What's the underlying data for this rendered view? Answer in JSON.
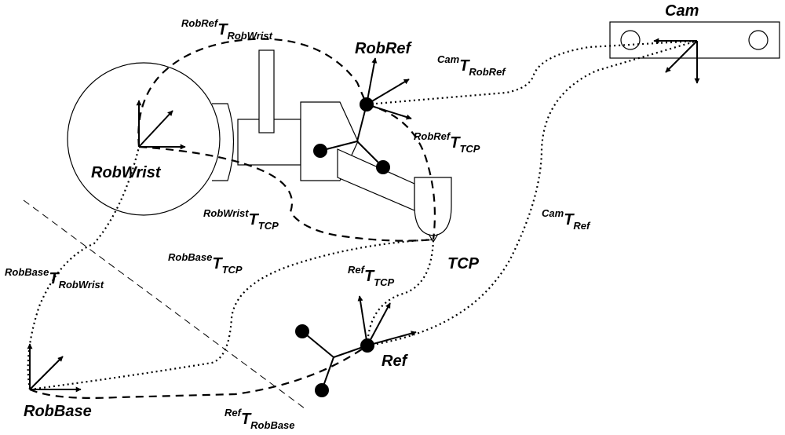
{
  "frames": {
    "cam": "Cam",
    "rob_ref": "RobRef",
    "rob_wrist": "RobWrist",
    "tcp": "TCP",
    "ref": "Ref",
    "rob_base": "RobBase"
  },
  "transforms": {
    "robref_t_robwrist": {
      "sup": "RobRef",
      "main": "T",
      "sub": "RobWrist"
    },
    "cam_t_robref": {
      "sup": "Cam",
      "main": "T",
      "sub": "RobRef"
    },
    "robref_t_tcp": {
      "sup": "RobRef",
      "main": "T",
      "sub": "TCP"
    },
    "robwrist_t_tcp": {
      "sup": "RobWrist",
      "main": "T",
      "sub": "TCP"
    },
    "cam_t_ref": {
      "sup": "Cam",
      "main": "T",
      "sub": "Ref"
    },
    "robbase_t_tcp": {
      "sup": "RobBase",
      "main": "T",
      "sub": "TCP"
    },
    "robbase_t_robwrist": {
      "sup": "RobBase",
      "main": "T",
      "sub": "RobWrist"
    },
    "ref_t_tcp": {
      "sup": "Ref",
      "main": "T",
      "sub": "TCP"
    },
    "ref_t_robbase": {
      "sup": "Ref",
      "main": "T",
      "sub": "RobBase"
    }
  }
}
